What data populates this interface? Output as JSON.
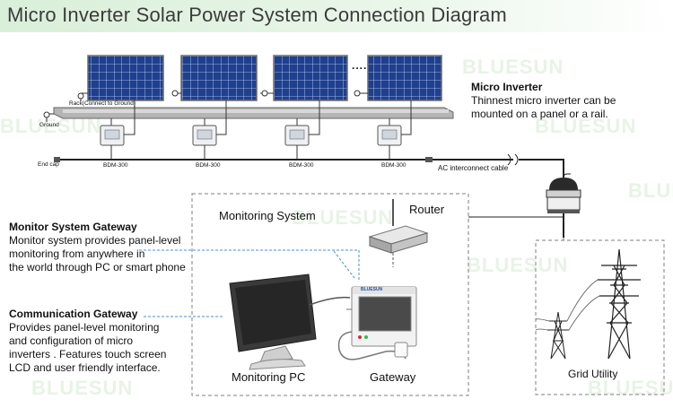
{
  "title": "Micro Inverter Solar Power System Connection Diagram",
  "watermark": "BLUESUN",
  "labels": {
    "rack": "Rack(Connect to Ground)",
    "ground": "Ground",
    "end_cap": "End cap",
    "inverter_model": "BDM-300",
    "ac_cable": "AC interconnect cable",
    "ellipsis": "...."
  },
  "micro_inverter": {
    "heading": "Micro Inverter",
    "line1": "Thinnest micro inverter can be",
    "line2": "mounted on a panel or a rail."
  },
  "monitor_gateway": {
    "heading": "Monitor System Gateway",
    "line1": "Monitor system provides panel-level",
    "line2": "monitoring from anywhere in",
    "line3": "the world through PC or smart phone"
  },
  "comm_gateway": {
    "heading": "Communication Gateway",
    "line1": "Provides panel-level monitoring",
    "line2": "and configuration of micro",
    "line3": "inverters . Features touch screen",
    "line4": "LCD and user friendly interface."
  },
  "monitoring_system": "Monitoring System",
  "router": "Router",
  "monitoring_pc": "Monitoring PC",
  "gateway": "Gateway",
  "gateway_brand": "BLUESUN",
  "grid_utility": "Grid Utility",
  "colors": {
    "title_bg": "#d9efd9",
    "panel": "#1f3f8f",
    "rail": "#9a9a9a",
    "dashed": "#5a9fd4"
  }
}
